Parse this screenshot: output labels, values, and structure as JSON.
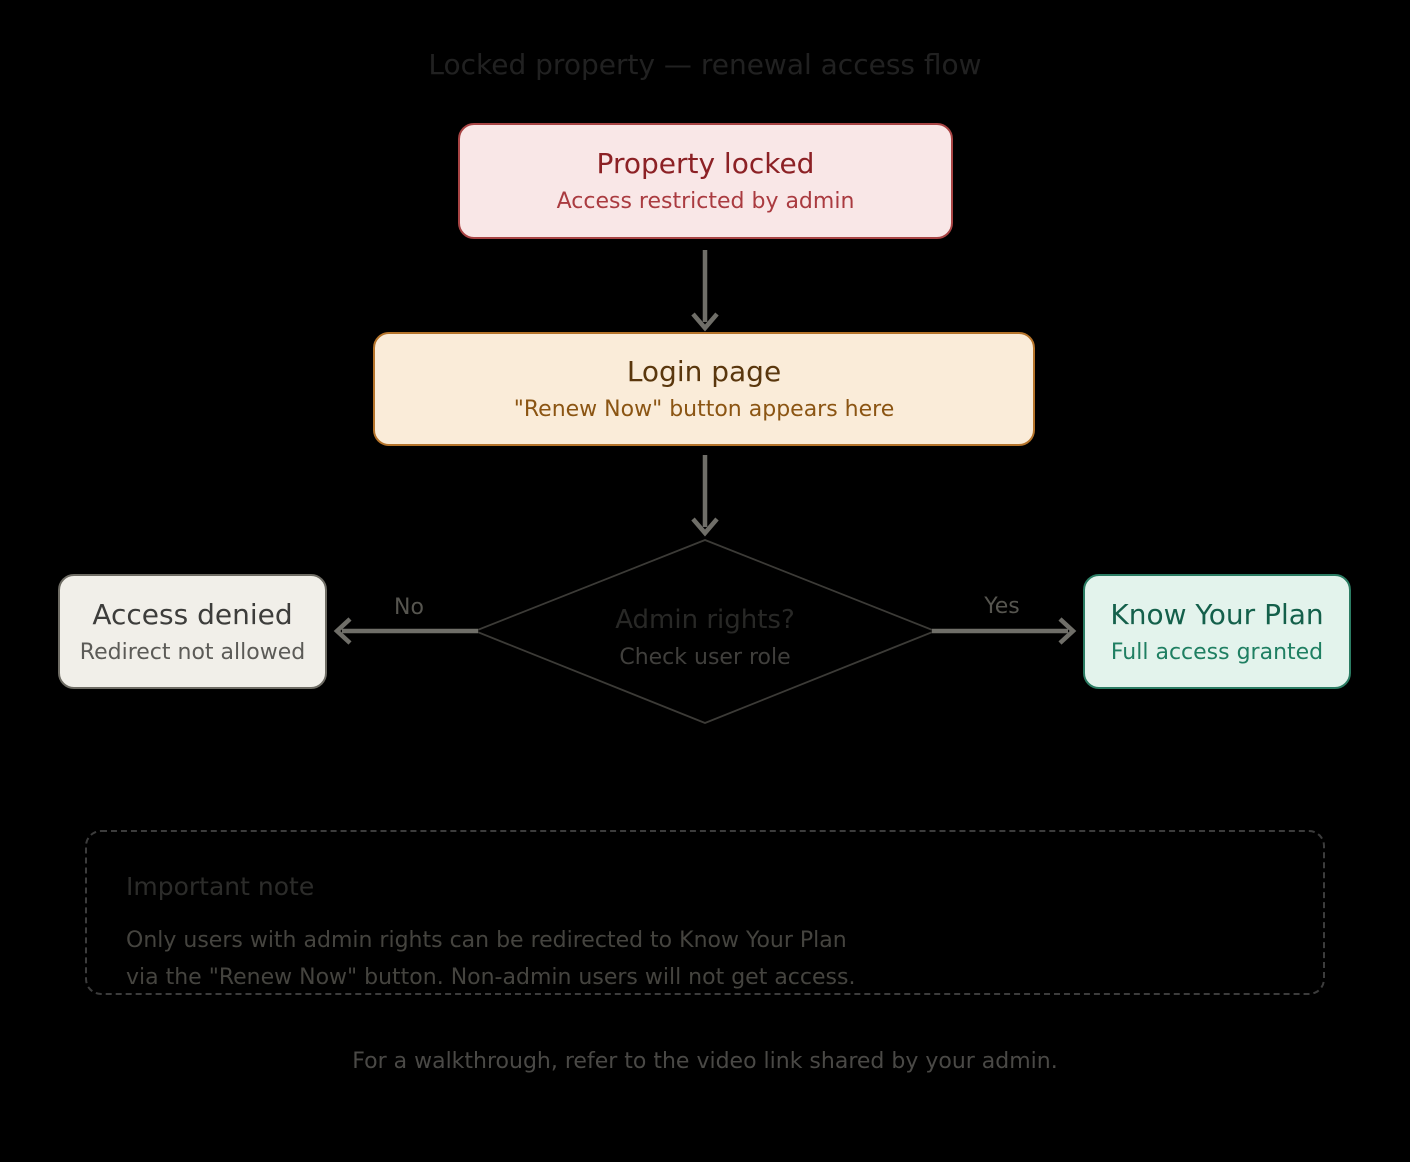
{
  "title": "Locked property — renewal access flow",
  "flow": {
    "property_locked": {
      "title": "Property locked",
      "subtitle": "Access restricted by admin"
    },
    "login_page": {
      "title": "Login page",
      "subtitle": "\"Renew Now\" button appears here"
    },
    "decision": {
      "title": "Admin rights?",
      "subtitle": "Check user role"
    },
    "access_denied": {
      "title": "Access denied",
      "subtitle": "Redirect not allowed"
    },
    "know_your_plan": {
      "title": "Know Your Plan",
      "subtitle": "Full access granted"
    }
  },
  "edge_labels": {
    "no": "No",
    "yes": "Yes"
  },
  "note": {
    "heading": "Important note",
    "line1": "Only users with admin rights can be redirected to Know Your Plan",
    "line2": "via the \"Renew Now\" button. Non-admin users will not get access."
  },
  "caption": "For a walkthrough, refer to the video link shared by your admin.",
  "colors": {
    "canvas_bg": "#000000",
    "title_text": "#212121",
    "locked_bg": "#f9e7e7",
    "locked_border": "#a84444",
    "locked_title": "#8c2125",
    "locked_subtitle": "#aa3b40",
    "login_bg": "#faecd9",
    "login_border": "#b5742b",
    "login_title": "#5a370d",
    "login_subtitle": "#8b5513",
    "decision_stroke": "#3c3b37",
    "decision_title": "#282826",
    "decision_subtitle": "#403f3c",
    "denied_bg": "#f1efe9",
    "denied_border": "#6e6c64",
    "denied_title": "#3d3d3b",
    "denied_subtitle": "#5c5b57",
    "plan_bg": "#e3f3ec",
    "plan_border": "#2b7c63",
    "plan_title": "#14604b",
    "plan_subtitle": "#1f7f62",
    "arrow": "#6f6e68",
    "edge_label_text": "#56554f",
    "note_border": "#3c3c3c",
    "note_heading": "#2c2c2a",
    "note_text": "#45443f",
    "caption_text": "#4a4946"
  }
}
